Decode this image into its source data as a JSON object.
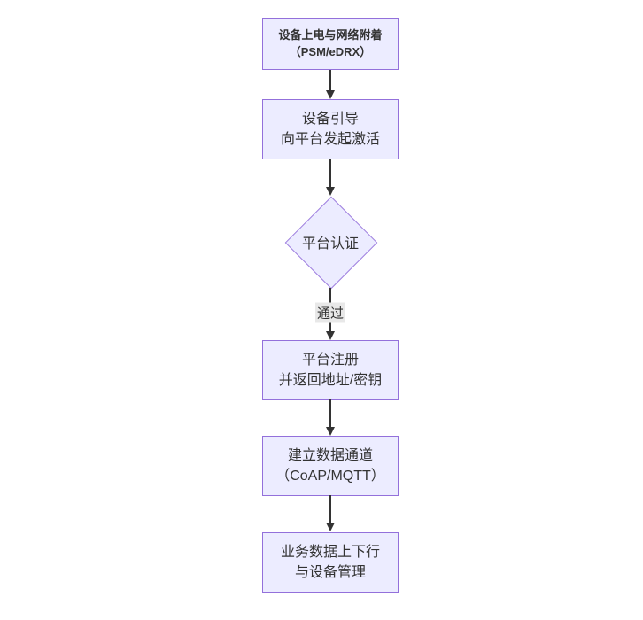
{
  "diagram": {
    "type": "flowchart",
    "direction": "top-down",
    "nodes": [
      {
        "id": "A",
        "shape": "rect",
        "lines": [
          "设备上电与网络附着",
          "（PSM/eDRX）"
        ]
      },
      {
        "id": "B",
        "shape": "rect",
        "lines": [
          "设备引导",
          "向平台发起激活"
        ]
      },
      {
        "id": "C",
        "shape": "diamond",
        "lines": [
          "平台认证"
        ]
      },
      {
        "id": "D",
        "shape": "rect",
        "lines": [
          "平台注册",
          "并返回地址/密钥"
        ]
      },
      {
        "id": "E",
        "shape": "rect",
        "lines": [
          "建立数据通道",
          "（CoAP/MQTT）"
        ]
      },
      {
        "id": "F",
        "shape": "rect",
        "lines": [
          "业务数据上下行",
          "与设备管理"
        ]
      }
    ],
    "edges": [
      {
        "from": "A",
        "to": "B",
        "label": ""
      },
      {
        "from": "B",
        "to": "C",
        "label": ""
      },
      {
        "from": "C",
        "to": "D",
        "label": "通过"
      },
      {
        "from": "D",
        "to": "E",
        "label": ""
      },
      {
        "from": "E",
        "to": "F",
        "label": ""
      }
    ],
    "colors": {
      "node_fill": "#ECECFF",
      "node_border": "#9370DB",
      "edge_line": "#333333",
      "edge_label_bg": "#E8E8E8",
      "text": "#333333",
      "background": "#FFFFFF"
    }
  }
}
